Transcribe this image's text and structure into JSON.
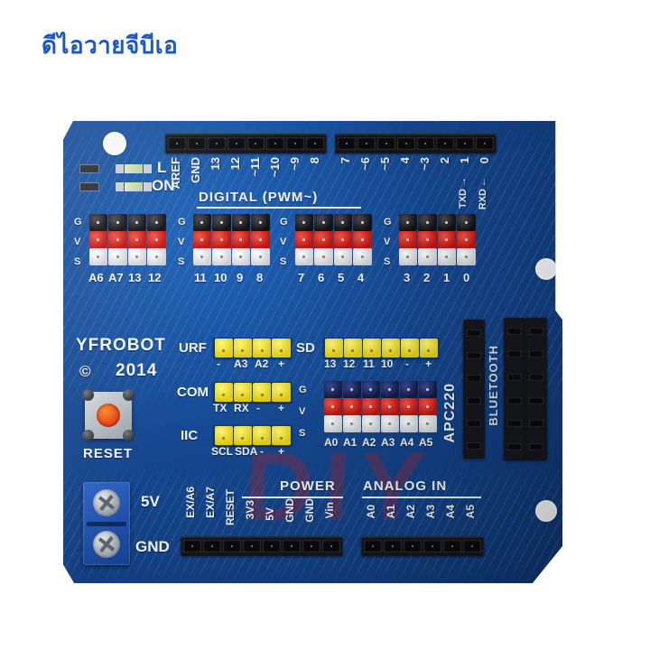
{
  "page": {
    "heading_thai": "ดีไอวายจีบีเอ",
    "watermark": "DIY",
    "background_color": "#ffffff",
    "heading_color": "#1b58c4",
    "pcb_color": "#15478f"
  },
  "board": {
    "brand": "YFROBOT",
    "copyright_symbol": "©",
    "year": "2014",
    "reset_label": "RESET",
    "digital_header_label": "DIGITAL (PWM~)",
    "power_label": "POWER",
    "analog_in_label": "ANALOG IN",
    "led_l_label": "L",
    "led_on_label": "ON",
    "module_labels": {
      "apc220": "APC220",
      "bluetooth": "BLUETOOTH"
    }
  },
  "digital_header": {
    "left_group": [
      "AREF",
      "GND",
      "13",
      "12",
      "~11",
      "~10",
      "~9",
      "8"
    ],
    "right_group": [
      "7",
      "~6",
      "~5",
      "4",
      "~3",
      "2",
      "1",
      "0"
    ],
    "serial_tx": "TXD",
    "serial_tx_arrow": "→",
    "serial_rx": "RXD",
    "serial_rx_arrow": "←"
  },
  "sensor_blocks": {
    "row_labels": [
      "G",
      "V",
      "S"
    ],
    "blocks": [
      {
        "name": "block-1",
        "pins": [
          "A6",
          "A7",
          "13",
          "12"
        ]
      },
      {
        "name": "block-2",
        "pins": [
          "11",
          "10",
          "9",
          "8"
        ]
      },
      {
        "name": "block-3",
        "pins": [
          "7",
          "6",
          "5",
          "4"
        ]
      },
      {
        "name": "block-4",
        "pins": [
          "3",
          "2",
          "1",
          "0"
        ]
      }
    ]
  },
  "mid_connectors": [
    {
      "name": "urf",
      "label": "URF",
      "pins": [
        "-",
        "A3",
        "A2",
        "+"
      ]
    },
    {
      "name": "com",
      "label": "COM",
      "pins": [
        "TX",
        "RX",
        "-",
        "+"
      ]
    },
    {
      "name": "iic",
      "label": "IIC",
      "pins": [
        "SCL",
        "SDA",
        "-",
        "+"
      ]
    },
    {
      "name": "sd",
      "label": "SD",
      "pins": [
        "13",
        "12",
        "11",
        "10",
        "-",
        "+"
      ]
    }
  ],
  "analog_block": {
    "row_labels": [
      "G",
      "V",
      "S"
    ],
    "pins": [
      "A0",
      "A1",
      "A2",
      "A3",
      "A4",
      "A5"
    ]
  },
  "bottom_left_header": {
    "terminal": {
      "top": "5V",
      "bottom": "GND"
    },
    "pins": [
      "EX/A6",
      "EX/A7",
      "RESET",
      "3V3",
      "5V",
      "GND",
      "GND",
      "Vin"
    ]
  },
  "bottom_right_header": {
    "pins": [
      "A0",
      "A1",
      "A2",
      "A3",
      "A4",
      "A5"
    ]
  }
}
